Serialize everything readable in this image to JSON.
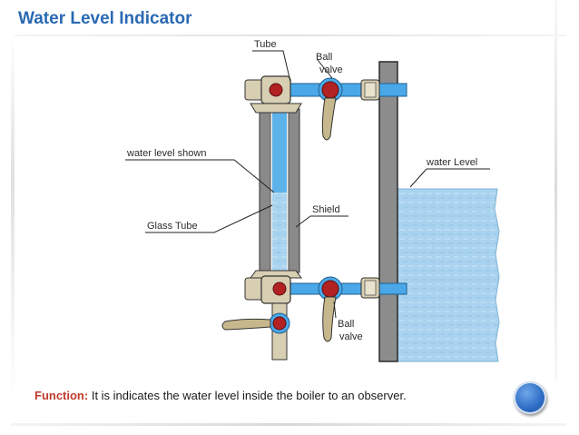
{
  "slide": {
    "title": "Water Level Indicator",
    "function_label": "Function:",
    "function_text": " It is indicates the water level inside the boiler to an observer."
  },
  "diagram": {
    "labels": {
      "tube": "Tube",
      "ball_valve_top_line1": "Ball",
      "ball_valve_top_line2": "valve",
      "water_level_shown": "water level shown",
      "water_level": "water Level",
      "shield": "Shield",
      "glass_tube": "Glass Tube",
      "ball_valve_bottom_line1": "Ball",
      "ball_valve_bottom_line2": "valve"
    },
    "colors": {
      "title": "#2a6ab3",
      "function_label": "#c0392b",
      "water": "#a9d3ee",
      "pipe": "#4aa8e8",
      "shield": "#8a8a8a",
      "valve": "#b22222",
      "fitting": "#d8cfb3",
      "handle": "#c7b78c"
    },
    "icons": [
      "ball-valve-icon",
      "nav-button-icon"
    ]
  }
}
